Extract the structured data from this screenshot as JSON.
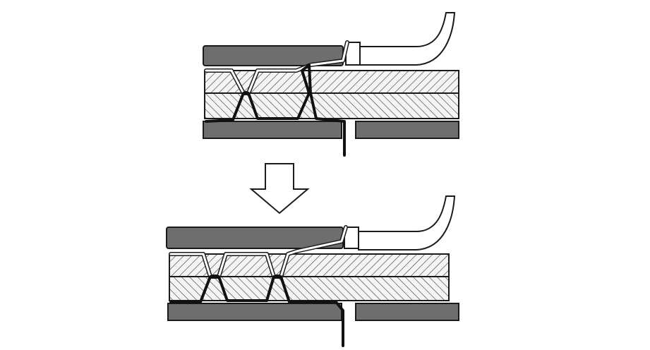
{
  "diagram": {
    "kind": "stitching-process-before-after",
    "panels": [
      "before-stitch",
      "after-stitch"
    ],
    "arrow_direction": "down",
    "colors": {
      "background": "#ffffff",
      "plate": "#6e6e6e",
      "outline": "#1a1a1a",
      "hatch": "#444444",
      "layer_fill": "#f4f4f4",
      "thread_dark": "#111111",
      "thread_light": "#ffffff"
    }
  }
}
